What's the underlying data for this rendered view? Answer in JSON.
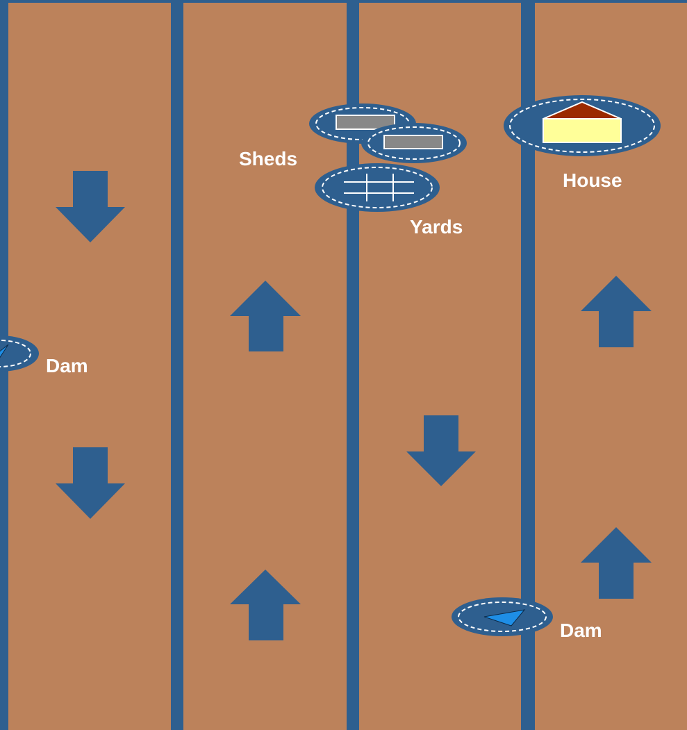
{
  "colors": {
    "paddock": "#bc825b",
    "lane": "#2e5f8f",
    "marker": "#2e5f8f",
    "marker_ring": "#ffffff",
    "shed": "#888888",
    "house_roof": "#9b2a00",
    "house_wall": "#ffff99",
    "dam_water": "#1e8ee6",
    "label_text": "#ffffff"
  },
  "labels": {
    "sheds": "Sheds",
    "yards": "Yards",
    "house": "House",
    "dam_left": "Dam",
    "dam_right": "Dam"
  },
  "arrows": [
    {
      "paddock": 1,
      "direction": "down"
    },
    {
      "paddock": 1,
      "direction": "down"
    },
    {
      "paddock": 2,
      "direction": "up"
    },
    {
      "paddock": 2,
      "direction": "up"
    },
    {
      "paddock": 3,
      "direction": "down"
    },
    {
      "paddock": 4,
      "direction": "up"
    },
    {
      "paddock": 4,
      "direction": "up"
    }
  ]
}
